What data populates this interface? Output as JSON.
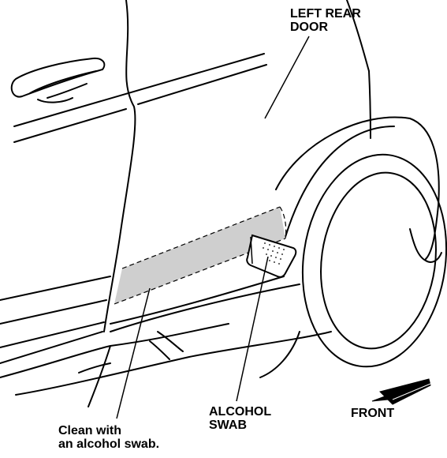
{
  "labels": {
    "left_rear_door": [
      "LEFT REAR",
      "DOOR"
    ],
    "alcohol_swab": [
      "ALCOHOL",
      "SWAB"
    ],
    "clean_instruction": [
      "Clean with",
      "an alcohol swab."
    ],
    "front": "FRONT"
  },
  "colors": {
    "line": "#000000",
    "shaded_area": "#cfcfcf",
    "background": "#ffffff"
  }
}
